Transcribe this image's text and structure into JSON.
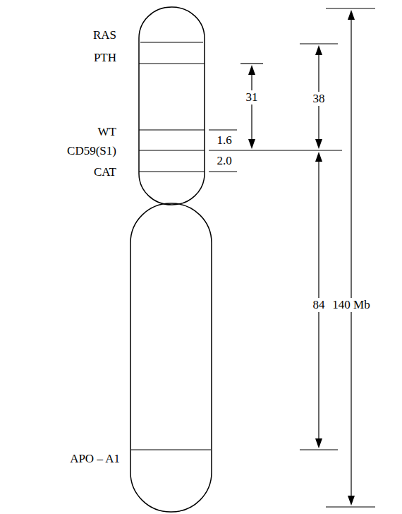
{
  "diagram": {
    "labels": [
      "RAS",
      "PTH",
      "WT",
      "CD59(S1)",
      "CAT",
      "APO – A1",
      "1.6",
      "2.0",
      "31",
      "38",
      "84",
      "140 Mb"
    ]
  }
}
